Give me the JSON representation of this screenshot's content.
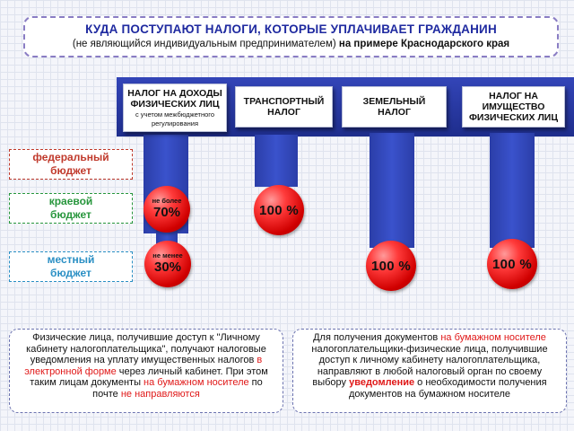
{
  "title": {
    "main": "КУДА ПОСТУПАЮТ НАЛОГИ, КОТОРЫЕ УПЛАЧИВАЕТ ГРАЖДАНИН",
    "sub_plain": "(не являющийся индивидуальным предпринимателем) ",
    "sub_bold": "на примере Краснодарского края"
  },
  "taxes": [
    {
      "line1": "НАЛОГ НА ДОХОДЫ",
      "line2": "ФИЗИЧЕСКИХ ЛИЦ",
      "note1": "с учетом межбюджетного",
      "note2": "регулирования"
    },
    {
      "line1": "ТРАНСПОРТНЫЙ",
      "line2": "НАЛОГ"
    },
    {
      "line1": "ЗЕМЕЛЬНЫЙ",
      "line2": "НАЛОГ"
    },
    {
      "line1": "НАЛОГ НА",
      "line2": "ИМУЩЕСТВО",
      "line3": "ФИЗИЧЕСКИХ ЛИЦ"
    }
  ],
  "budgets": [
    {
      "line1": "федеральный",
      "line2": "бюджет",
      "color": "#c0392b"
    },
    {
      "line1": "краевой",
      "line2": "бюджет",
      "color": "#27963c"
    },
    {
      "line1": "местный",
      "line2": "бюджет",
      "color": "#2a8fc4"
    }
  ],
  "shares": {
    "ndfl_regional": {
      "qualifier": "не более",
      "value": "70%"
    },
    "ndfl_local": {
      "qualifier": "не менее",
      "value": "30%"
    },
    "transport_regional": "100 %",
    "land_local": "100 %",
    "property_local": "100 %"
  },
  "info_left": {
    "t1": "Физические лица, получившие доступ к \"Личному кабинету налогоплательщика\", получают налоговые уведомления на уплату имущественных налогов ",
    "r1": "в электронной форме",
    "t2": " через личный кабинет. При этом таким лицам документы ",
    "r2": "на бумажном носителе",
    "t3": " по почте ",
    "r3": "не направляются"
  },
  "info_right": {
    "t1": "Для получения документов ",
    "r1": "на бумажном носителе",
    "t2": " налогоплательщики-физические лица, получившие доступ к личному кабинету налогоплательщика, направляют в любой налоговый орган по своему выбору ",
    "r2": "уведомление",
    "t3": " о необходимости получения документов на бумажном носителе"
  },
  "colors": {
    "banner": "#25339c",
    "pillar": "#3246b8",
    "circle": "#e01010",
    "title_text": "#1f2aa0",
    "accent_red": "#e01818"
  }
}
